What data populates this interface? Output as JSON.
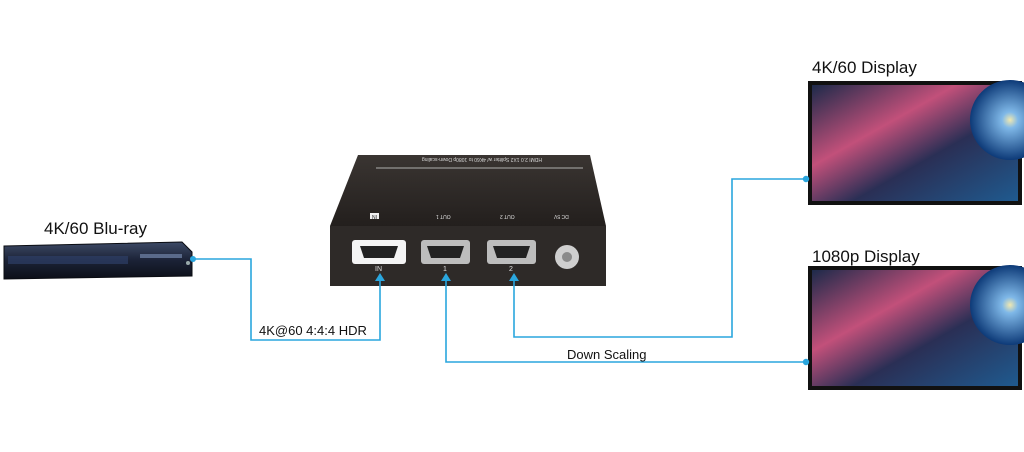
{
  "source": {
    "label": "4K/60 Blu-ray"
  },
  "displays": [
    {
      "label": "4K/60 Display"
    },
    {
      "label": "1080p Display"
    }
  ],
  "signal": {
    "input_label": "4K@60 4:4:4 HDR",
    "downscale_label": "Down Scaling"
  },
  "splitter": {
    "top_text": "HDMI 2.0 1X2 Splitter w/ 4K60 to 1080p Down-scaling",
    "port_labels": [
      "IN",
      "OUT 1",
      "OUT 2",
      "DC 5V"
    ],
    "port_bottom_labels": [
      "IN",
      "1",
      "2"
    ]
  },
  "colors": {
    "cable": "#2aa6de",
    "device_body": "#2e2a28",
    "screen_pink": "#c2507a",
    "screen_blue": "#1f5a8f"
  }
}
